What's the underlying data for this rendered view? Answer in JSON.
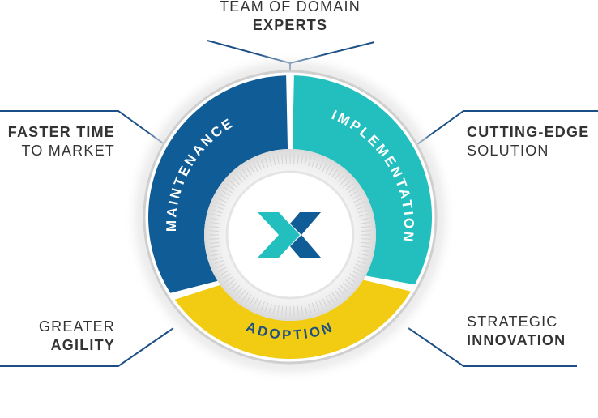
{
  "segments": {
    "maintenance": {
      "label": "MAINTENANCE",
      "color": "#0f5c97"
    },
    "implementation": {
      "label": "IMPLEMENTATION",
      "color": "#22bfbe"
    },
    "adoption": {
      "label": "ADOPTION",
      "color": "#f2cc13",
      "text_color": "#1c4f86"
    }
  },
  "benefits": {
    "top": {
      "line1": "TEAM OF DOMAIN",
      "line2": "EXPERTS"
    },
    "top_left": {
      "line1": "FASTER TIME",
      "line2": "TO MARKET"
    },
    "top_right": {
      "line1": "CUTTING-EDGE",
      "line2": "SOLUTION"
    },
    "bottom_left": {
      "line1": "GREATER",
      "line2": "AGILITY"
    },
    "bottom_right": {
      "line1": "STRATEGIC",
      "line2": "INNOVATION"
    }
  },
  "colors": {
    "connector": "#1c4f86",
    "logo_teal": "#22bfbe",
    "logo_navy": "#0f5c97",
    "text": "#333333"
  },
  "logo": {
    "icon": "x-brand-logo-icon"
  }
}
